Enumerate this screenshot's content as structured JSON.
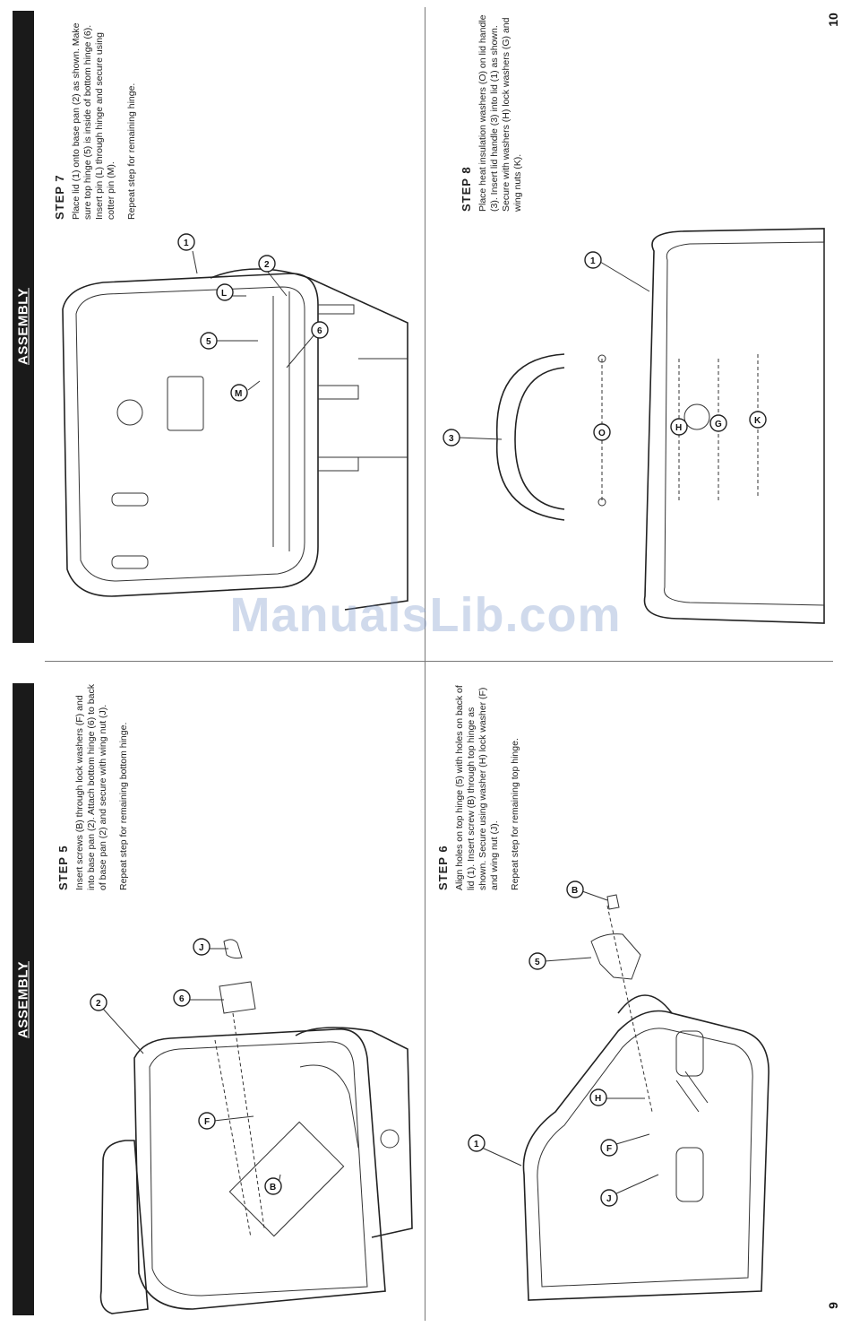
{
  "banners": {
    "right_page": "ASSEMBLY",
    "left_page": "ASSEMBLY"
  },
  "watermark": "ManualsLib.com",
  "page_numbers": {
    "left": "9",
    "right": "10"
  },
  "steps": {
    "step5": {
      "title": "STEP 5",
      "body": "Insert screws (B) through lock washers (F) and into base pan (2). Attach bottom hinge (6) to back of base pan (2) and secure with wing nut (J).",
      "note": "Repeat step for remaining bottom hinge."
    },
    "step6": {
      "title": "STEP 6",
      "body": "Align holes on top hinge (5) with holes on back of lid (1). Insert screw (B) through top hinge as shown. Secure using washer (H) lock washer (F) and wing nut (J).",
      "note": "Repeat step for remaining top hinge."
    },
    "step7": {
      "title": "STEP 7",
      "body": "Place lid (1) onto base pan (2) as shown. Make sure top hinge (5) is inside of bottom hinge (6). Insert pin (L) through hinge and secure using cotter pin (M).",
      "note": "Repeat step for remaining hinge."
    },
    "step8": {
      "title": "STEP 8",
      "body": "Place heat insulation washers (O) on lid handle (3). Insert lid handle (3) into lid (1) as shown. Secure with washers (H) lock washers (G) and wing nuts (K).",
      "note": ""
    }
  },
  "callouts": {
    "step5": [
      "2",
      "6",
      "J",
      "F",
      "B"
    ],
    "step6": [
      "1",
      "5",
      "B",
      "H",
      "F",
      "J"
    ],
    "step7": [
      "1",
      "2",
      "L",
      "5",
      "6",
      "M"
    ],
    "step8": [
      "3",
      "1",
      "O",
      "H",
      "G",
      "K"
    ]
  }
}
